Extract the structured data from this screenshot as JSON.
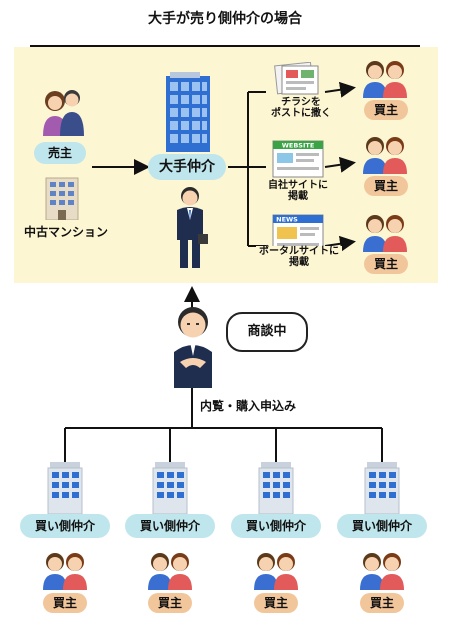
{
  "title": "大手が売り側仲介の場合",
  "seller_side": {
    "seller_label": "売主",
    "property_label": "中古マンション",
    "agent_label": "大手仲介"
  },
  "channels": [
    {
      "label_line1": "チラシを",
      "label_line2": "ポストに撒く",
      "buyer_label": "買主"
    },
    {
      "label_line1": "自社サイトに",
      "label_line2": "掲載",
      "buyer_label": "買主"
    },
    {
      "label_line1": "ポータルサイトに",
      "label_line2": "掲載",
      "buyer_label": "買主"
    }
  ],
  "negotiation_bubble": "商談中",
  "flow_label": "内覧・購入申込み",
  "buyer_agents": [
    {
      "agent_label": "買い側仲介",
      "buyer_label": "買主"
    },
    {
      "agent_label": "買い側仲介",
      "buyer_label": "買主"
    },
    {
      "agent_label": "買い側仲介",
      "buyer_label": "買主"
    },
    {
      "agent_label": "買い側仲介",
      "buyer_label": "買主"
    }
  ],
  "icons": {
    "website_banner": "WEBSITE",
    "news_banner": "NEWS"
  },
  "colors": {
    "panel_bg": "#fdf6d3",
    "pill_bg": "#bfe6ec",
    "buyer_tag_bg": "#f2c69b",
    "building_blue": "#2f6fd1"
  }
}
